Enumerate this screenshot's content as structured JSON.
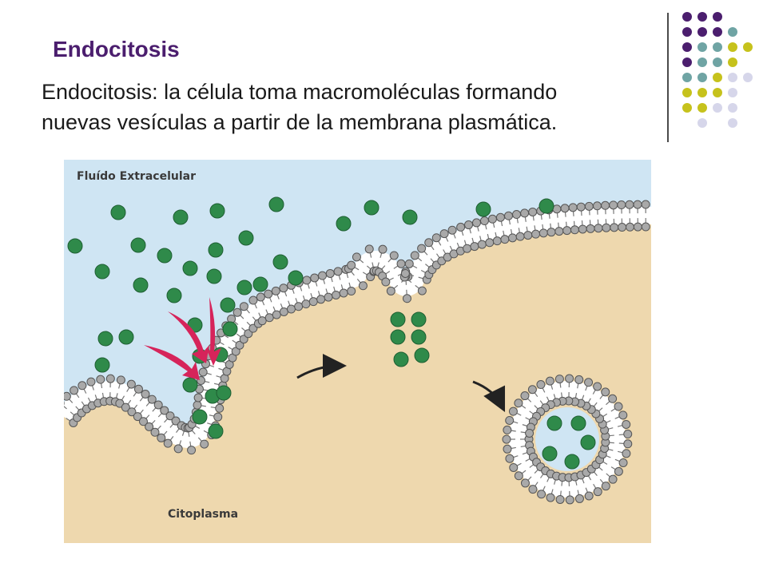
{
  "slide": {
    "title": "Endocitosis",
    "body_lines": [
      "Endocitosis: la célula toma macromoléculas formando",
      "nuevas vesículas a partir de la membrana plasmática."
    ]
  },
  "diagram": {
    "label_extracellular": "Fluído Extracelular",
    "label_cytoplasm": "Citoplasma"
  },
  "colors": {
    "title": "#4b1e6e",
    "extracellular": "#cfe5f3",
    "cytoplasm": "#eed8ae",
    "molecule": "#2f8a4a",
    "lipid_head": "#a9a9a9",
    "arrow_pink": "#d6245a",
    "dot_purple": "#4b1e6e",
    "dot_teal": "#6fa4a4",
    "dot_yellow": "#c6c21c",
    "dot_lavender": "#d6d6ea"
  }
}
